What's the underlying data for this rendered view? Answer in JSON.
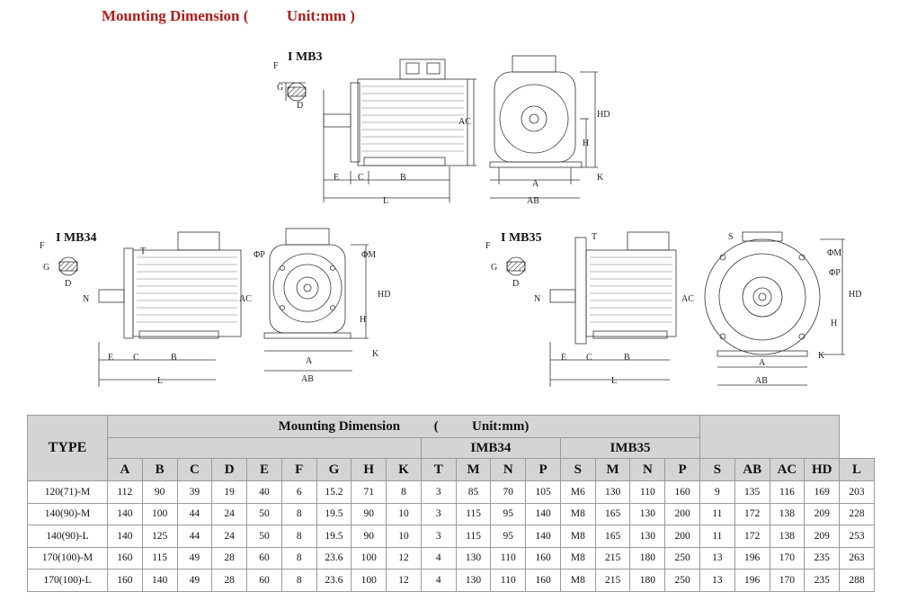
{
  "title": "Mounting Dimension (          Unit:mm )",
  "views": {
    "imb3": {
      "name": "I MB3",
      "labels": [
        "F",
        "G",
        "D",
        "AC",
        "E",
        "C",
        "B",
        "L",
        "HD",
        "H",
        "K",
        "A",
        "AB"
      ]
    },
    "imb34": {
      "name": "I MB34",
      "labels": [
        "F",
        "G",
        "D",
        "T",
        "N",
        "AC",
        "E",
        "C",
        "B",
        "L",
        "ΦP",
        "ΦM",
        "HD",
        "H",
        "K",
        "A",
        "AB"
      ]
    },
    "imb35": {
      "name": "I MB35",
      "labels": [
        "F",
        "G",
        "D",
        "T",
        "N",
        "AC",
        "E",
        "C",
        "B",
        "L",
        "S",
        "ΦM",
        "ΦP",
        "HD",
        "H",
        "K",
        "A",
        "AB"
      ]
    }
  },
  "table": {
    "header_main": "Mounting Dimension          (          Unit:mm)",
    "type_label": "TYPE",
    "group_imb34": "IMB34",
    "group_imb35": "IMB35",
    "columns": [
      "A",
      "B",
      "C",
      "D",
      "E",
      "F",
      "G",
      "H",
      "K",
      "T",
      "M",
      "N",
      "P",
      "S",
      "M",
      "N",
      "P",
      "S",
      "AB",
      "AC",
      "HD",
      "L"
    ],
    "rows": [
      {
        "type": "120(71)-M",
        "values": [
          "112",
          "90",
          "39",
          "19",
          "40",
          "6",
          "15.2",
          "71",
          "8",
          "3",
          "85",
          "70",
          "105",
          "M6",
          "130",
          "110",
          "160",
          "9",
          "135",
          "116",
          "169",
          "203"
        ]
      },
      {
        "type": "140(90)-M",
        "values": [
          "140",
          "100",
          "44",
          "24",
          "50",
          "8",
          "19.5",
          "90",
          "10",
          "3",
          "115",
          "95",
          "140",
          "M8",
          "165",
          "130",
          "200",
          "11",
          "172",
          "138",
          "209",
          "228"
        ]
      },
      {
        "type": "140(90)-L",
        "values": [
          "140",
          "125",
          "44",
          "24",
          "50",
          "8",
          "19.5",
          "90",
          "10",
          "3",
          "115",
          "95",
          "140",
          "M8",
          "165",
          "130",
          "200",
          "11",
          "172",
          "138",
          "209",
          "253"
        ]
      },
      {
        "type": "170(100)-M",
        "values": [
          "160",
          "115",
          "49",
          "28",
          "60",
          "8",
          "23.6",
          "100",
          "12",
          "4",
          "130",
          "110",
          "160",
          "M8",
          "215",
          "180",
          "250",
          "13",
          "196",
          "170",
          "235",
          "263"
        ]
      },
      {
        "type": "170(100)-L",
        "values": [
          "160",
          "140",
          "49",
          "28",
          "60",
          "8",
          "23.6",
          "100",
          "12",
          "4",
          "130",
          "110",
          "160",
          "M8",
          "215",
          "180",
          "250",
          "13",
          "196",
          "170",
          "235",
          "288"
        ]
      }
    ]
  }
}
